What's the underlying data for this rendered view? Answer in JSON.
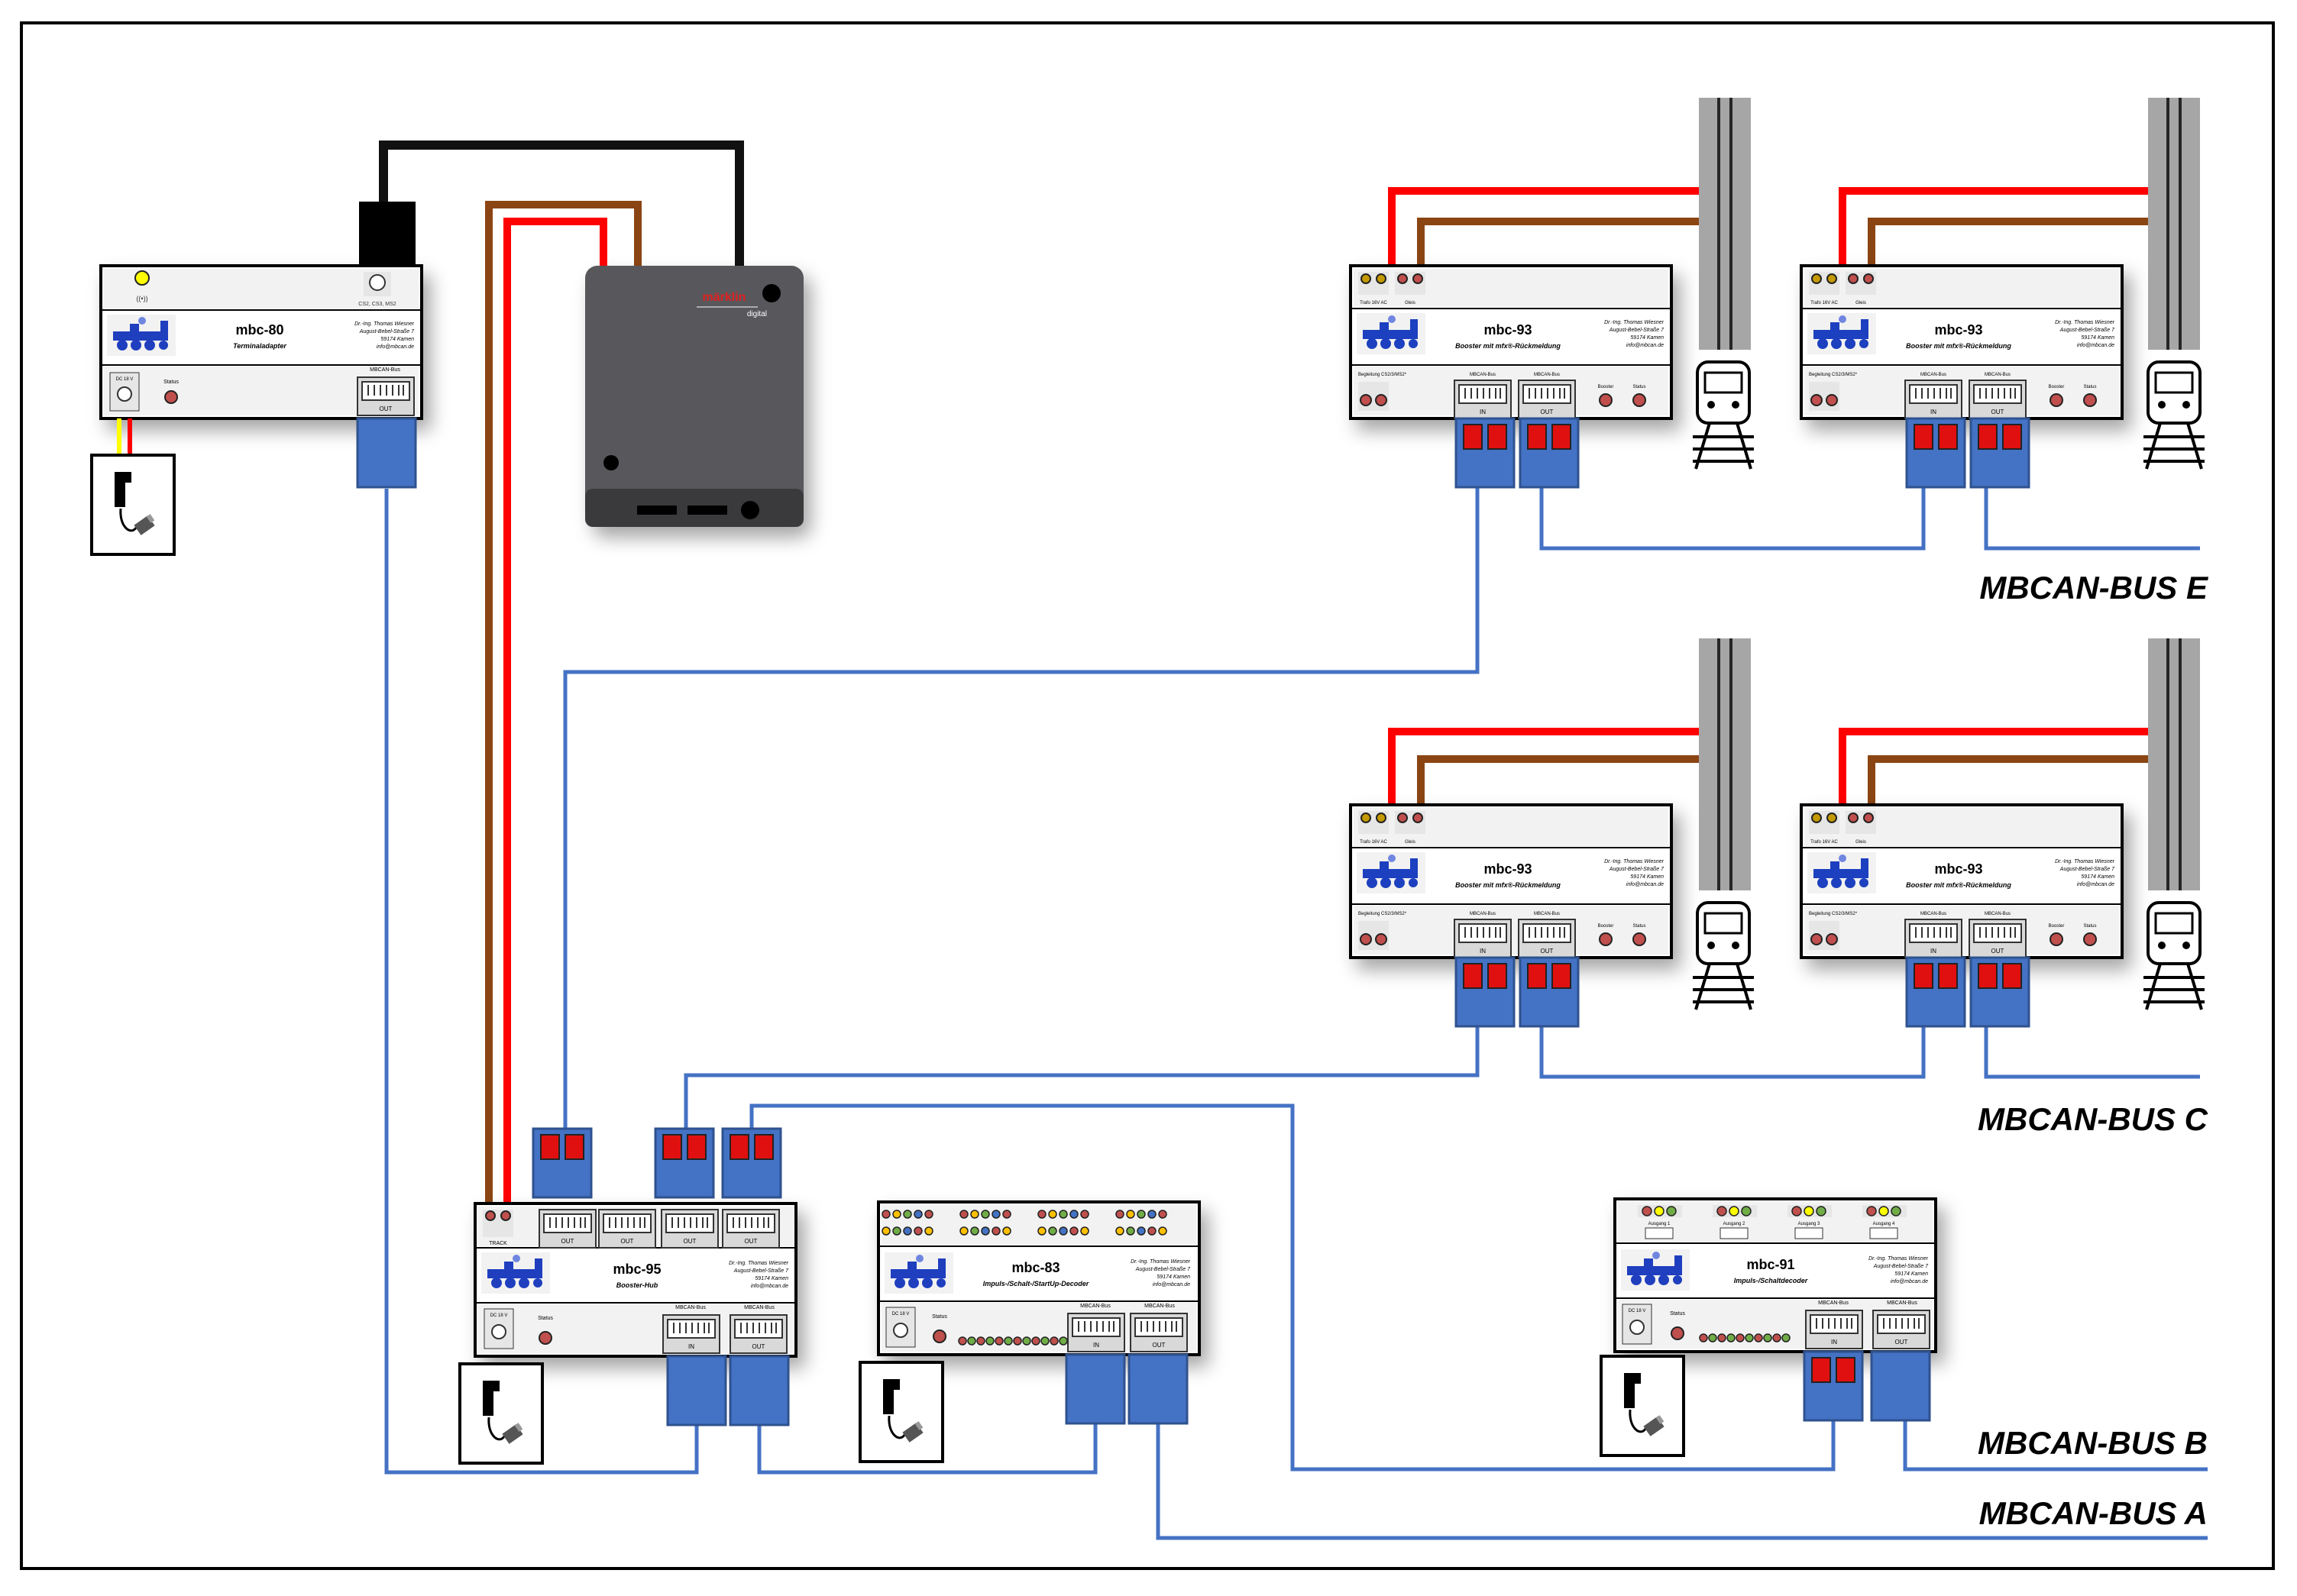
{
  "colors": {
    "bus": "#4472c4",
    "power_red": "#ff0000",
    "power_brown": "#8b4513",
    "cable_black": "#111111",
    "connector_blue": "#4472c4",
    "connector_red": "#e01010",
    "central_station": "#58595b",
    "track": "#a6a6a6"
  },
  "central_station": {
    "brand": "märklin",
    "sub": "digital"
  },
  "mbc80": {
    "title": "mbc-80",
    "subtitle": "Terminaladapter",
    "address": [
      "Dr.-Ing. Thomas Wiesner",
      "August-Bebel-Straße 7",
      "59174 Kamen",
      "info@mbcan.de"
    ],
    "label_cs": "CS2, CS3, MS2",
    "label_dc": "DC 18 V",
    "label_status": "Status",
    "label_bus": "MBCAN-Bus",
    "port_out": "OUT"
  },
  "mbc93": {
    "title": "mbc-93",
    "subtitle": "Booster mit mfx®-Rückmeldung",
    "address": [
      "Dr.-Ing. Thomas Wiesner",
      "August-Bebel-Straße 7",
      "59174 Kamen",
      "info@mbcan.de"
    ],
    "label_trafo": "Trafo 16V AC",
    "label_gleis": "Gleis",
    "label_begleitung": "Begleitung CS2/3/MS2*",
    "label_bus": "MBCAN-Bus",
    "label_booster": "Booster",
    "label_status": "Status",
    "port_in": "IN",
    "port_out": "OUT"
  },
  "mbc95": {
    "title": "mbc-95",
    "subtitle": "Booster-Hub",
    "address": [
      "Dr.-Ing. Thomas Wiesner",
      "August-Bebel-Straße 7",
      "59174 Kamen",
      "info@mbcan.de"
    ],
    "label_track": "TRACK",
    "label_dc": "DC 18 V",
    "label_status": "Status",
    "label_bus": "MBCAN-Bus",
    "port_in": "IN",
    "port_out": "OUT"
  },
  "mbc83": {
    "title": "mbc-83",
    "subtitle": "Impuls-/Schalt-/StartUp-Decoder",
    "address": [
      "Dr.-Ing. Thomas Wiesner",
      "August-Bebel-Straße 7",
      "59174 Kamen",
      "info@mbcan.de"
    ],
    "label_dc": "DC 18 V",
    "label_status": "Status",
    "label_bus": "MBCAN-Bus",
    "port_in": "IN",
    "port_out": "OUT"
  },
  "mbc91": {
    "title": "mbc-91",
    "subtitle": "Impuls-/Schaltdecoder",
    "address": [
      "Dr.-Ing. Thomas Wiesner",
      "August-Bebel-Straße 7",
      "59174 Kamen",
      "info@mbcan.de"
    ],
    "outputs": [
      "Ausgang 1",
      "Ausgang 2",
      "Ausgang 3",
      "Ausgang 4"
    ],
    "label_dc": "DC 18 V",
    "label_status": "Status",
    "label_bus": "MBCAN-Bus",
    "port_in": "IN",
    "port_out": "OUT"
  },
  "bus_labels": {
    "e": "MBCAN-BUS E",
    "c": "MBCAN-BUS C",
    "b": "MBCAN-BUS B",
    "a": "MBCAN-BUS A"
  }
}
